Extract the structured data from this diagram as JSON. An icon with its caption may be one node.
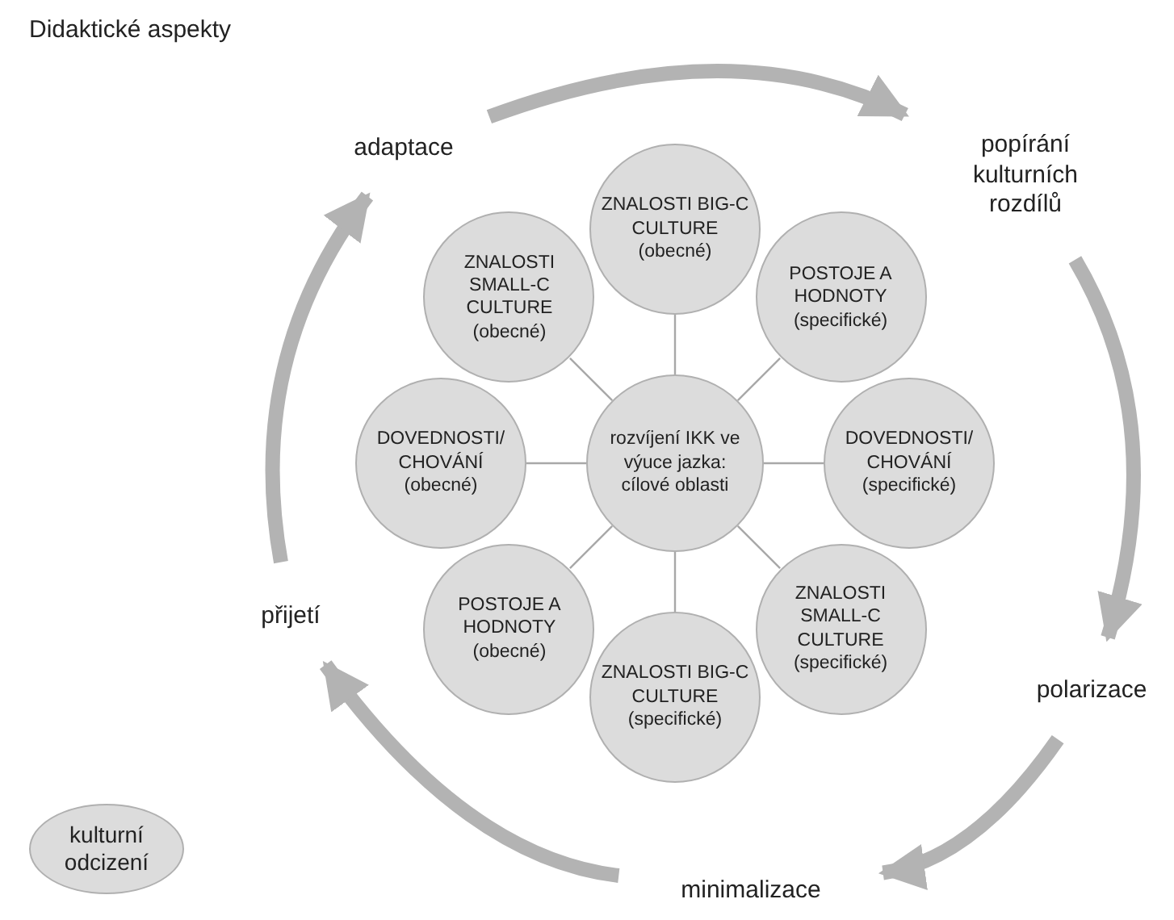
{
  "diagram": {
    "title": "Didaktické aspekty",
    "nodes": [
      {
        "text": [
          "rozvíjení IKK ve výuce jazka: cílové oblasti"
        ]
      },
      {
        "text": [
          "ZNALOSTI BIG-C CULTURE (obecné)"
        ]
      },
      {
        "text": [
          "POSTOJE A HODNOTY (specifické)"
        ]
      },
      {
        "text": [
          "DOVEDNOSTI/ CHOVÁNÍ (specifické)"
        ]
      },
      {
        "text": [
          "ZNALOSTI SMALL-C CULTURE (specifické)"
        ]
      },
      {
        "text": [
          "ZNALOSTI BIG-C CULTURE (specifické)"
        ]
      },
      {
        "text": [
          "POSTOJE A HODNOTY (obecné)"
        ]
      },
      {
        "text": [
          "DOVEDNOSTI/ CHOVÁNÍ (obecné)"
        ]
      },
      {
        "text": [
          "ZNALOSTI SMALL-C CULTURE (obecné)"
        ]
      },
      {
        "text": [
          "adaptace"
        ]
      },
      {
        "text": [
          "popírání kulturních rozdílů"
        ]
      },
      {
        "text": [
          "polarizace"
        ]
      },
      {
        "text": [
          "minimalizace"
        ]
      },
      {
        "text": [
          "přijetí"
        ]
      },
      {
        "text": [
          "kulturní odcizení"
        ]
      }
    ],
    "edges": [
      {
        "from": 0,
        "to": 1,
        "arrow": "none"
      },
      {
        "from": 0,
        "to": 2,
        "arrow": "none"
      },
      {
        "from": 0,
        "to": 3,
        "arrow": "none"
      },
      {
        "from": 0,
        "to": 4,
        "arrow": "none"
      },
      {
        "from": 0,
        "to": 5,
        "arrow": "none"
      },
      {
        "from": 0,
        "to": 6,
        "arrow": "none"
      },
      {
        "from": 0,
        "to": 7,
        "arrow": "none"
      },
      {
        "from": 0,
        "to": 8,
        "arrow": "none"
      },
      {
        "from": 9,
        "to": 10,
        "arrow": "to",
        "style": "thick"
      },
      {
        "from": 10,
        "to": 11,
        "arrow": "to",
        "style": "thick"
      },
      {
        "from": 11,
        "to": 12,
        "arrow": "to",
        "style": "thick"
      },
      {
        "from": 12,
        "to": 13,
        "arrow": "to",
        "style": "thick"
      },
      {
        "from": 13,
        "to": 9,
        "arrow": "to",
        "style": "thick"
      }
    ]
  }
}
